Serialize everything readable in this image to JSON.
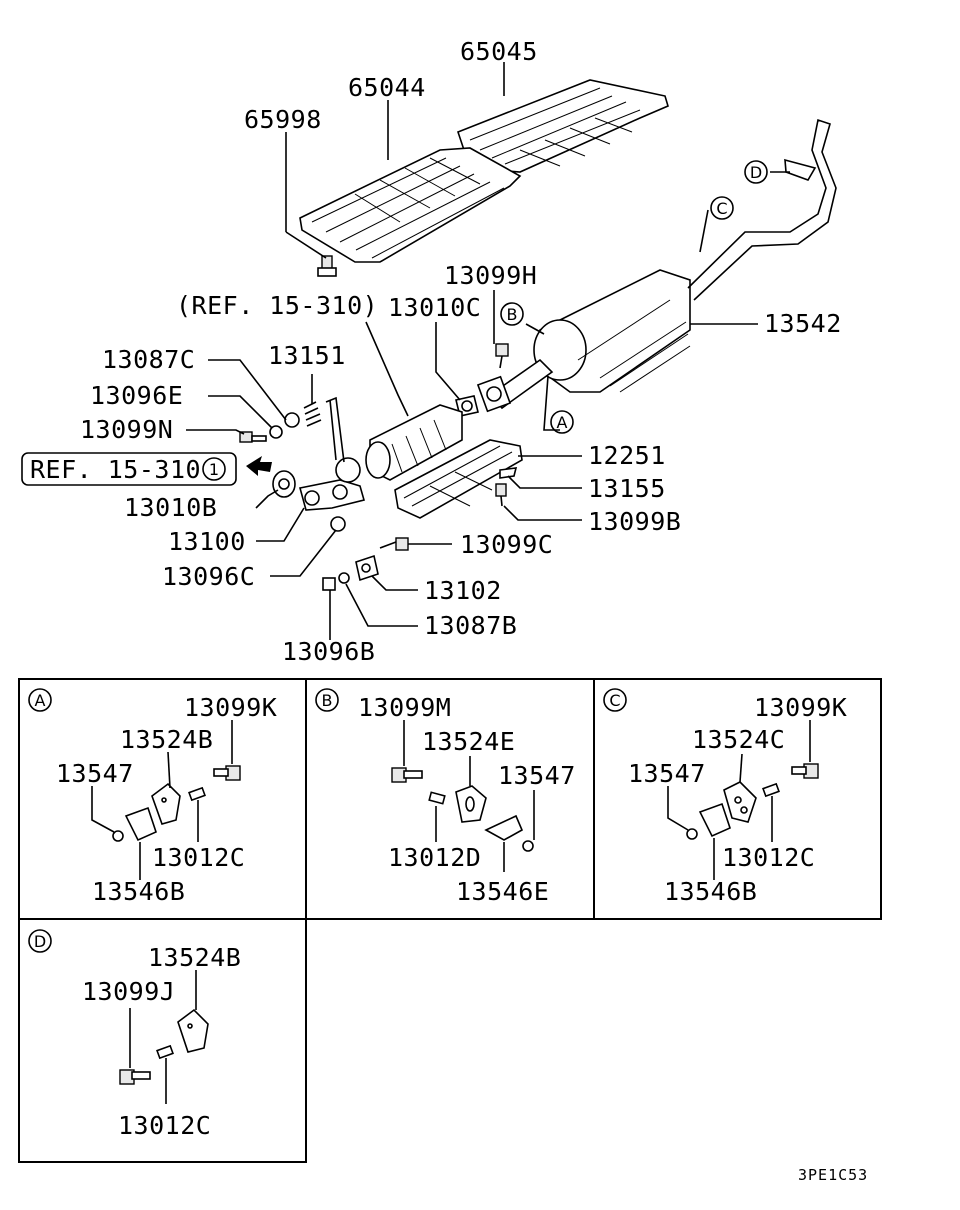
{
  "diagram_code": "3PE1C53",
  "main_labels": {
    "p65045": "65045",
    "p65044": "65044",
    "p65998": "65998",
    "p13099H": "13099H",
    "p13010C": "13010C",
    "p13542": "13542",
    "ref_15_310": "(REF. 15-310)",
    "p13087C": "13087C",
    "p13151": "13151",
    "p13096E": "13096E",
    "p13099N": "13099N",
    "ref_15_310_1": "REF. 15-310",
    "ref_15_310_1_num": "1",
    "p13010B": "13010B",
    "p13100": "13100",
    "p13096C": "13096C",
    "p12251": "12251",
    "p13155": "13155",
    "p13099B": "13099B",
    "p13099C": "13099C",
    "p13102": "13102",
    "p13087B": "13087B",
    "p13096B": "13096B",
    "callout_A": "A",
    "callout_B": "B",
    "callout_C": "C",
    "callout_D": "D"
  },
  "panel_a": {
    "tag": "A",
    "p13099K": "13099K",
    "p13524B": "13524B",
    "p13547": "13547",
    "p13012C": "13012C",
    "p13546B": "13546B"
  },
  "panel_b": {
    "tag": "B",
    "p13099M": "13099M",
    "p13524E": "13524E",
    "p13547": "13547",
    "p13012D": "13012D",
    "p13546E": "13546E"
  },
  "panel_c": {
    "tag": "C",
    "p13099K": "13099K",
    "p13524C": "13524C",
    "p13547": "13547",
    "p13012C": "13012C",
    "p13546B": "13546B"
  },
  "panel_d": {
    "tag": "D",
    "p13524B": "13524B",
    "p13099J": "13099J",
    "p13012C": "13012C"
  }
}
